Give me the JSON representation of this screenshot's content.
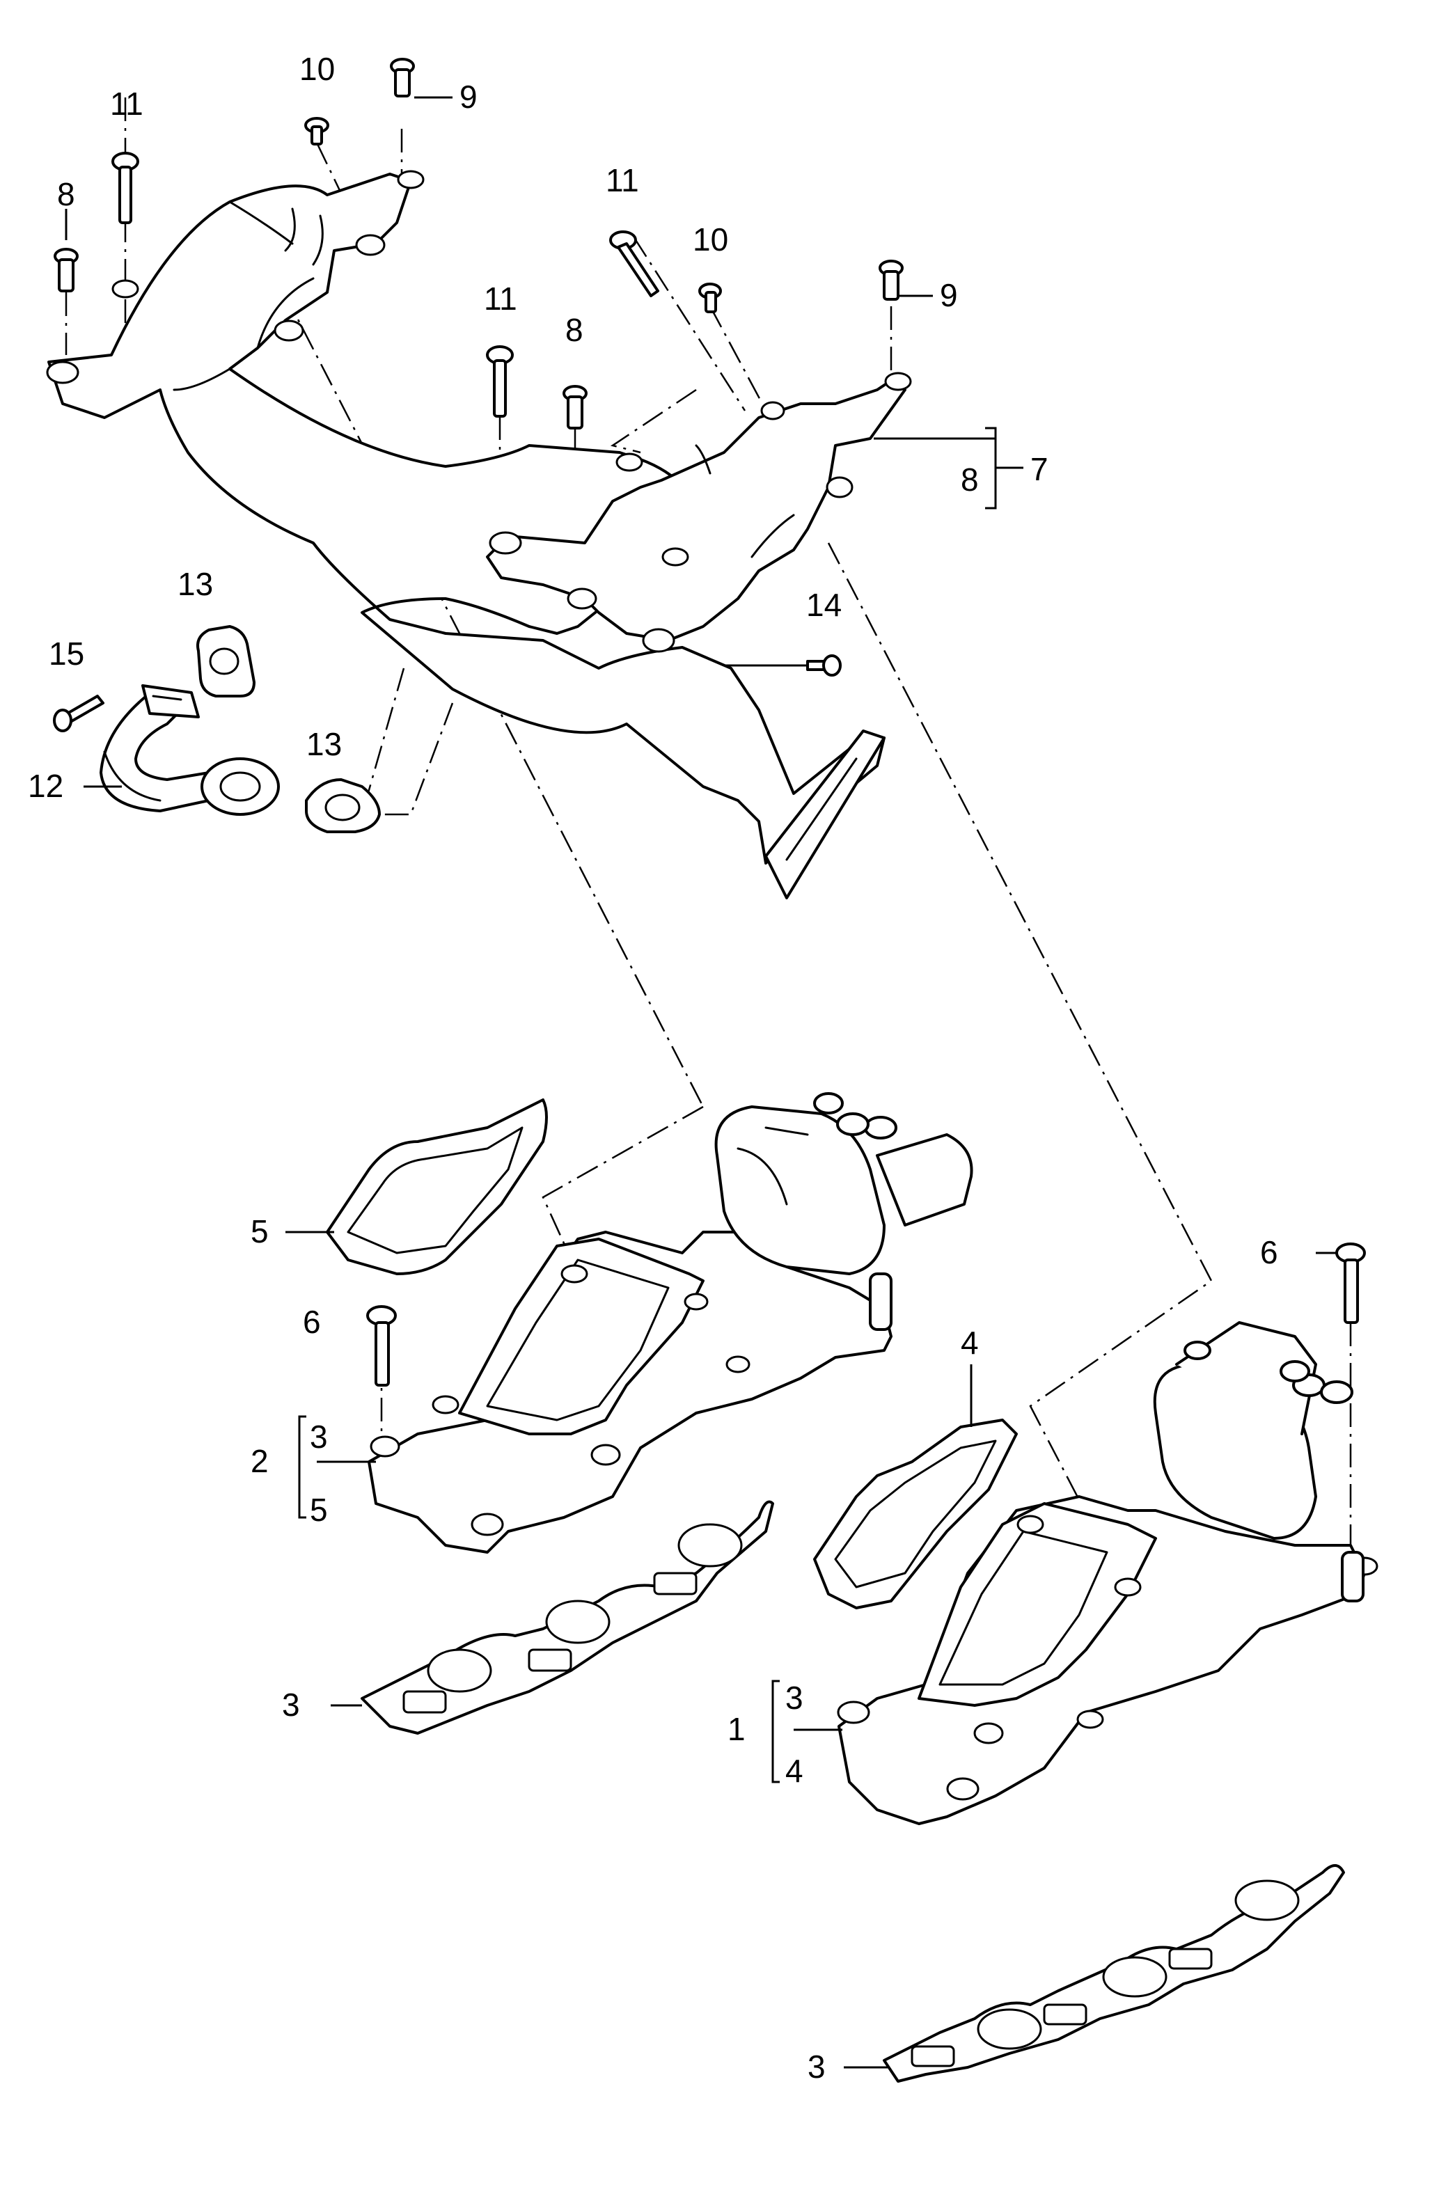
{
  "callouts": {
    "c11a": "11",
    "c10a": "10",
    "c9a": "9",
    "c8a": "8",
    "c11b": "11",
    "c10b": "10",
    "c9b": "9",
    "c11c": "11",
    "c8b": "8",
    "c7": "7",
    "c8c": "8",
    "c13a": "13",
    "c15": "15",
    "c12": "12",
    "c13b": "13",
    "c14": "14",
    "c5": "5",
    "c6a": "6",
    "c2": "2",
    "c2_3": "3",
    "c2_5": "5",
    "c3a": "3",
    "c6b": "6",
    "c4": "4",
    "c1": "1",
    "c1_3": "3",
    "c1_4": "4",
    "c3b": "3"
  },
  "icons": {
    "exhaust_manifold": "exhaust-manifold-icon",
    "egr_pipe": "egr-pipe-icon",
    "intake_manifold": "intake-manifold-icon",
    "gasket": "gasket-icon",
    "bolt": "bolt-icon"
  },
  "colors": {
    "line": "#000000",
    "background": "#ffffff"
  }
}
